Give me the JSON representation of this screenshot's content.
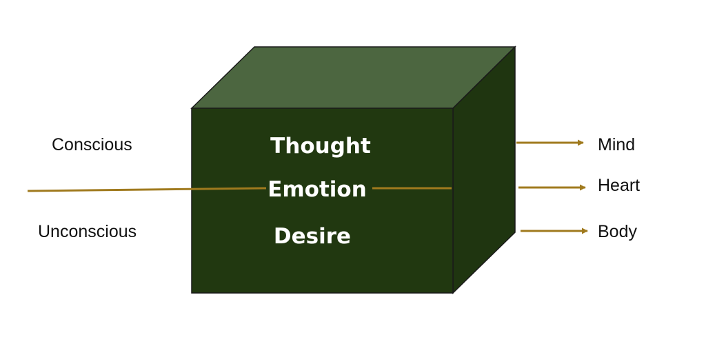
{
  "left_labels": {
    "top": "Conscious",
    "bottom": "Unconscious"
  },
  "cube": {
    "line1": "Thought",
    "line2": "Emotion",
    "line3": "Desire"
  },
  "outputs": {
    "top": "Mind",
    "middle": "Heart",
    "bottom": "Body"
  },
  "colors": {
    "cube_front": "#213810",
    "cube_top": "#4c6640",
    "cube_side": "#1f3510",
    "arrow": "#a07a1e"
  }
}
